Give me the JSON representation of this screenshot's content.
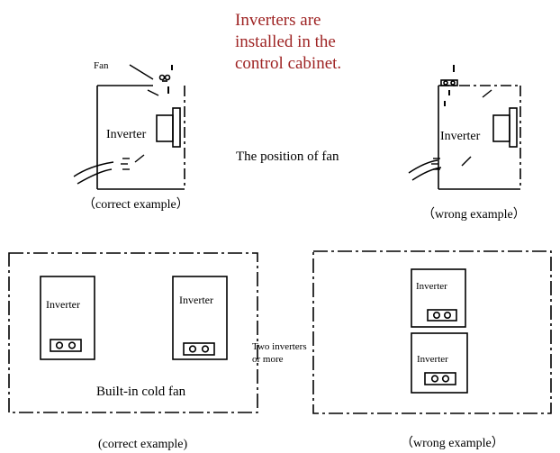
{
  "top": {
    "title_lines": [
      "Inverters are",
      "installed in the",
      "control cabinet."
    ],
    "fan_label": "Fan",
    "center_caption": "The position of fan",
    "left": {
      "inverter_label": "Inverter",
      "caption": "（correct example）"
    },
    "right": {
      "inverter_label": "Inverter",
      "caption": "（wrong example）"
    }
  },
  "bottom": {
    "left": {
      "inverter_a": "Inverter",
      "inverter_b": "Inverter",
      "caption_inside": "Built-in cold fan",
      "caption": "(correct example)"
    },
    "middle_note": [
      "Two inverters",
      "or more"
    ],
    "right": {
      "inverter_a": "Inverter",
      "inverter_b": "Inverter",
      "caption": "（wrong example）"
    }
  },
  "colors": {
    "title": "#9e2323",
    "line": "#000000"
  }
}
